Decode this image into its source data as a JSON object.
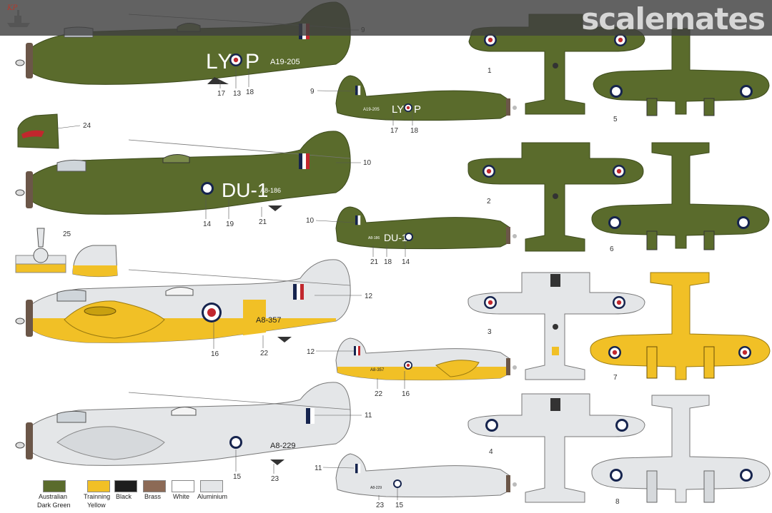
{
  "watermark": "scalemates",
  "logo_text": "KP",
  "colors": {
    "green": "#5a6b2c",
    "green_dark": "#4a5a22",
    "yellow": "#f1c026",
    "aluminium": "#e4e6e8",
    "white": "#ffffff",
    "black": "#1e1e1e",
    "brass": "#8c6a56",
    "roundel_blue": "#16244e",
    "roundel_red": "#c1272d"
  },
  "profiles": {
    "p1": {
      "code_left": "LY",
      "code_right": "P",
      "serial": "A19-205"
    },
    "p1s": {
      "code_left": "LY",
      "code_right": "P",
      "serial": "A19-205"
    },
    "p2": {
      "code": "DU-1",
      "serial": "A8-186"
    },
    "p2s": {
      "code": "DU-1",
      "serial": "A8-186"
    },
    "p3": {
      "serial": "A8-357"
    },
    "p3s": {
      "serial": "A8-357"
    },
    "p4": {
      "serial": "A8-229"
    },
    "p4s": {
      "serial": "A8-229"
    }
  },
  "callouts": {
    "c9a": "9",
    "c17a": "17",
    "c13": "13",
    "c18a": "18",
    "c9b": "9",
    "c17b": "17",
    "c18b": "18",
    "c24": "24",
    "c10a": "10",
    "c14a": "14",
    "c19": "19",
    "c21a": "21",
    "c10b": "10",
    "c21b": "21",
    "c18c": "18",
    "c14b": "14",
    "c25": "25",
    "c12a": "12",
    "c16a": "16",
    "c22a": "22",
    "c12b": "12",
    "c22b": "22",
    "c16b": "16",
    "c11a": "11",
    "c15a": "15",
    "c23a": "23",
    "c11b": "11",
    "c23b": "23",
    "c15b": "15",
    "n1": "1",
    "n2": "2",
    "n3": "3",
    "n4": "4",
    "n5": "5",
    "n6": "6",
    "n7": "7",
    "n8": "8"
  },
  "legend": [
    {
      "name": "Australian",
      "name2": "Dark Green",
      "color": "#5a6b2c"
    },
    {
      "name": "Trainning",
      "name2": "Yellow",
      "color": "#f1c026"
    },
    {
      "name": "Black",
      "name2": "",
      "color": "#1e1e1e"
    },
    {
      "name": "Brass",
      "name2": "",
      "color": "#8c6a56"
    },
    {
      "name": "White",
      "name2": "",
      "color": "#ffffff"
    },
    {
      "name": "Aluminium",
      "name2": "",
      "color": "#e4e6e8"
    }
  ]
}
